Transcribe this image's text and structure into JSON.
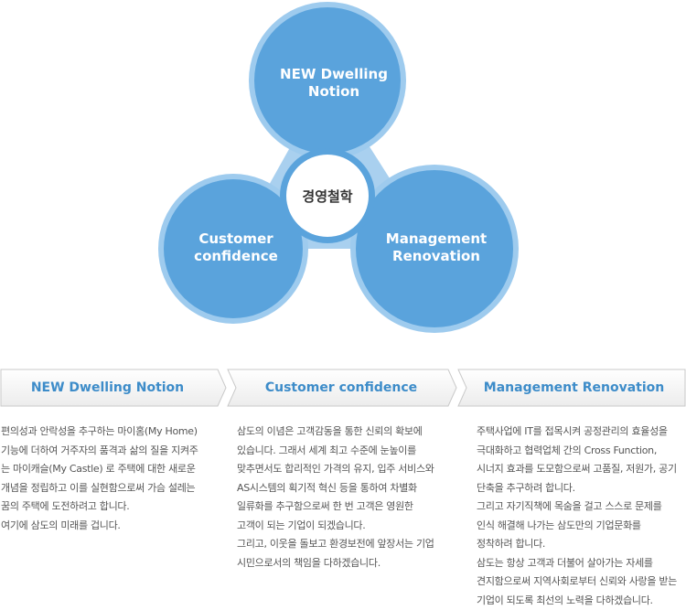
{
  "diagram": {
    "top_circle": {
      "line1": "NEW Dwelling",
      "line2": "Notion"
    },
    "left_circle": {
      "line1": "Customer",
      "line2": "confidence"
    },
    "right_circle": {
      "line1": "Management",
      "line2": "Renovation"
    },
    "center": "경영철학",
    "colors": {
      "circle": "#5aa3dc",
      "circle_ring": "#9ecbee",
      "connector": "#a9d0ef",
      "center_ring": "#5aa3dc"
    }
  },
  "tabs": [
    {
      "label": "NEW Dwelling Notion"
    },
    {
      "label": "Customer confidence"
    },
    {
      "label": "Management Renovation"
    }
  ],
  "columns": [
    {
      "lines": [
        "편의성과 안락성을 추구하는 마이홈(My Home)",
        "기능에 더하여 거주자의 품격과 삶의 질을 지켜주",
        "는 마이캐슬(My Castle) 로 주택에 대한 새로운",
        "개념을 정립하고 이를 실현함으로써 가슴 설레는",
        "꿈의 주택에 도전하려고 합니다.",
        "여기에 삼도의 미래를 겁니다."
      ]
    },
    {
      "lines": [
        "삼도의 이념은 고객감동을 통한 신뢰의 확보에",
        "있습니다. 그래서 세계 최고 수준에 눈높이를",
        "맞추면서도 합리적인 가격의 유지, 입주 서비스와",
        "AS시스템의 획기적 혁신 등을 통하여 차별화",
        "일류화를 추구함으로써 한 번 고객은 영원한",
        "고객이 되는 기업이 되겠습니다.",
        "그리고, 이웃을 돌보고 환경보전에 앞장서는 기업",
        "시민으로서의 책임을 다하겠습니다."
      ]
    },
    {
      "lines": [
        "주택사업에 IT를 접목시켜 공정관리의 효율성을",
        "극대화하고 협력업체 간의 Cross Function,",
        "시너지 효과를 도모함으로써 고품질, 저원가, 공기",
        "단축을 추구하려 합니다.",
        "그리고 자기직책에 목숨을 걸고 스스로 문제를",
        "인식 해결해 나가는 삼도만의 기업문화를",
        "정착하려 합니다.",
        "삼도는 항상 고객과 더불어 살아가는 자세를",
        "견지함으로써 지역사회로부터 신뢰와 사랑을 받는",
        "기업이 되도록 최선의 노력을 다하겠습니다."
      ]
    }
  ]
}
